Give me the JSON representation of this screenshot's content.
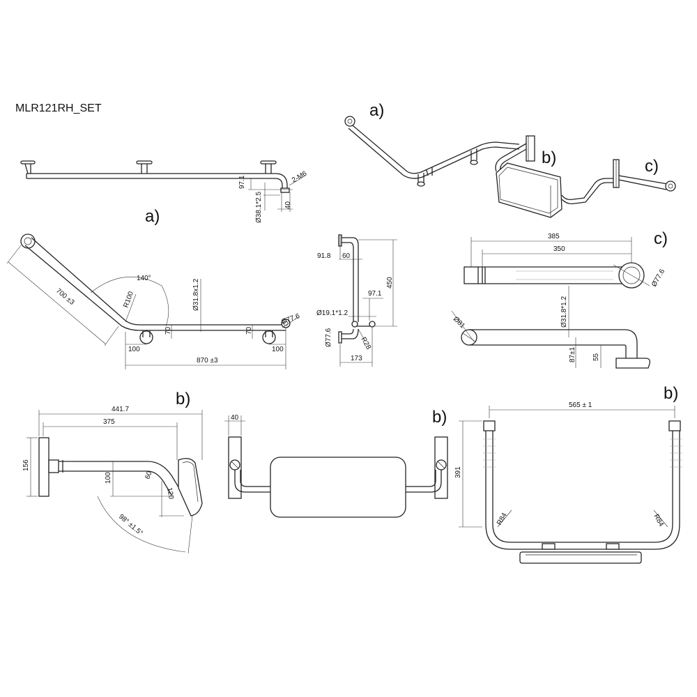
{
  "title": "MLR121RH_SET",
  "labels": {
    "a": "a)",
    "b": "b)",
    "c": "c)"
  },
  "dims": {
    "top_97_1": "97.1",
    "top_2m6": "2-M6",
    "top_d38": "Ø38.1*2.5",
    "top_40": "40",
    "a_700": "700 ±3",
    "a_140": "140°",
    "a_r100": "R100",
    "a_d31": "Ø31.8x1.2",
    "a_d77": "Ø77.6",
    "a_70l": "70",
    "a_70r": "70",
    "a_100l": "100",
    "a_100r": "100",
    "a_870": "870 ±3",
    "s_91_8": "91.8",
    "s_60": "60",
    "s_450": "450",
    "s_97_1": "97.1",
    "s_d19": "Ø19.1*1.2",
    "s_d77": "Ø77.6",
    "s_r28": "R28",
    "s_173": "173",
    "c_385": "385",
    "c_350": "350",
    "c_d77": "Ø77.6",
    "c_d31": "Ø31.8*1.2",
    "c_d81": "Ø81",
    "c_87": "87±1",
    "c_55": "55",
    "b1_441": "441.7",
    "b1_375": "375",
    "b1_156": "156",
    "b1_100": "100",
    "b1_60": "60",
    "b1_120": "120",
    "b1_98": "98° ±1.5°",
    "b2_40": "40",
    "b3_565": "565 ± 1",
    "b3_391": "391",
    "b3_r84l": "R84",
    "b3_r84r": "R84"
  }
}
